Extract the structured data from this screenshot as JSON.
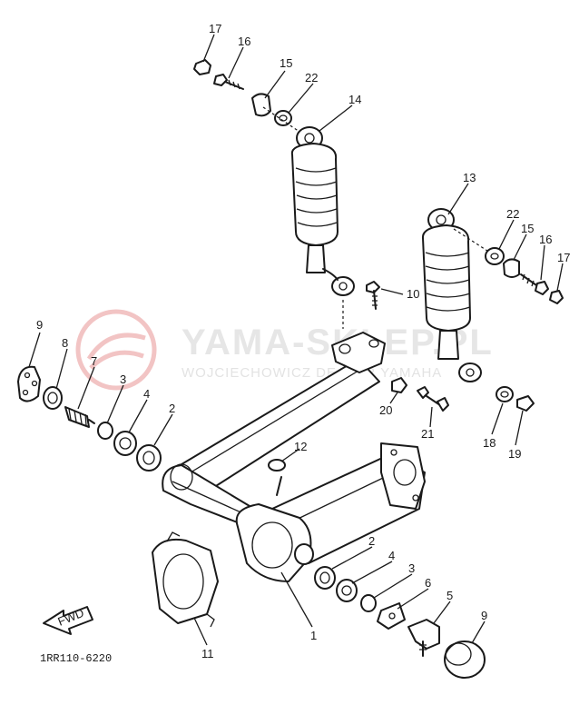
{
  "watermark": {
    "title": "YAMA-SKLEP.PL",
    "subtitle": "WOJCIECHOWICZ DEALER YAMAHA"
  },
  "fwd_label": "FWD",
  "diagram_code": "1RR110-6220",
  "colors": {
    "ink": "#1a1a1a",
    "watermark_logo": "#f2c4c4"
  },
  "callouts": [
    {
      "id": "c17a",
      "number": "17"
    },
    {
      "id": "c16a",
      "number": "16"
    },
    {
      "id": "c15a",
      "number": "15"
    },
    {
      "id": "c22a",
      "number": "22"
    },
    {
      "id": "c14",
      "number": "14"
    },
    {
      "id": "c13",
      "number": "13"
    },
    {
      "id": "c22b",
      "number": "22"
    },
    {
      "id": "c15b",
      "number": "15"
    },
    {
      "id": "c16b",
      "number": "16"
    },
    {
      "id": "c17b",
      "number": "17"
    },
    {
      "id": "c10",
      "number": "10"
    },
    {
      "id": "c9a",
      "number": "9"
    },
    {
      "id": "c8",
      "number": "8"
    },
    {
      "id": "c7",
      "number": "7"
    },
    {
      "id": "c3a",
      "number": "3"
    },
    {
      "id": "c4a",
      "number": "4"
    },
    {
      "id": "c2a",
      "number": "2"
    },
    {
      "id": "c20",
      "number": "20"
    },
    {
      "id": "c21",
      "number": "21"
    },
    {
      "id": "c18",
      "number": "18"
    },
    {
      "id": "c19",
      "number": "19"
    },
    {
      "id": "c12",
      "number": "12"
    },
    {
      "id": "c2b",
      "number": "2"
    },
    {
      "id": "c4b",
      "number": "4"
    },
    {
      "id": "c3b",
      "number": "3"
    },
    {
      "id": "c6",
      "number": "6"
    },
    {
      "id": "c5",
      "number": "5"
    },
    {
      "id": "c9b",
      "number": "9"
    },
    {
      "id": "c1",
      "number": "1"
    },
    {
      "id": "c11",
      "number": "11"
    }
  ]
}
